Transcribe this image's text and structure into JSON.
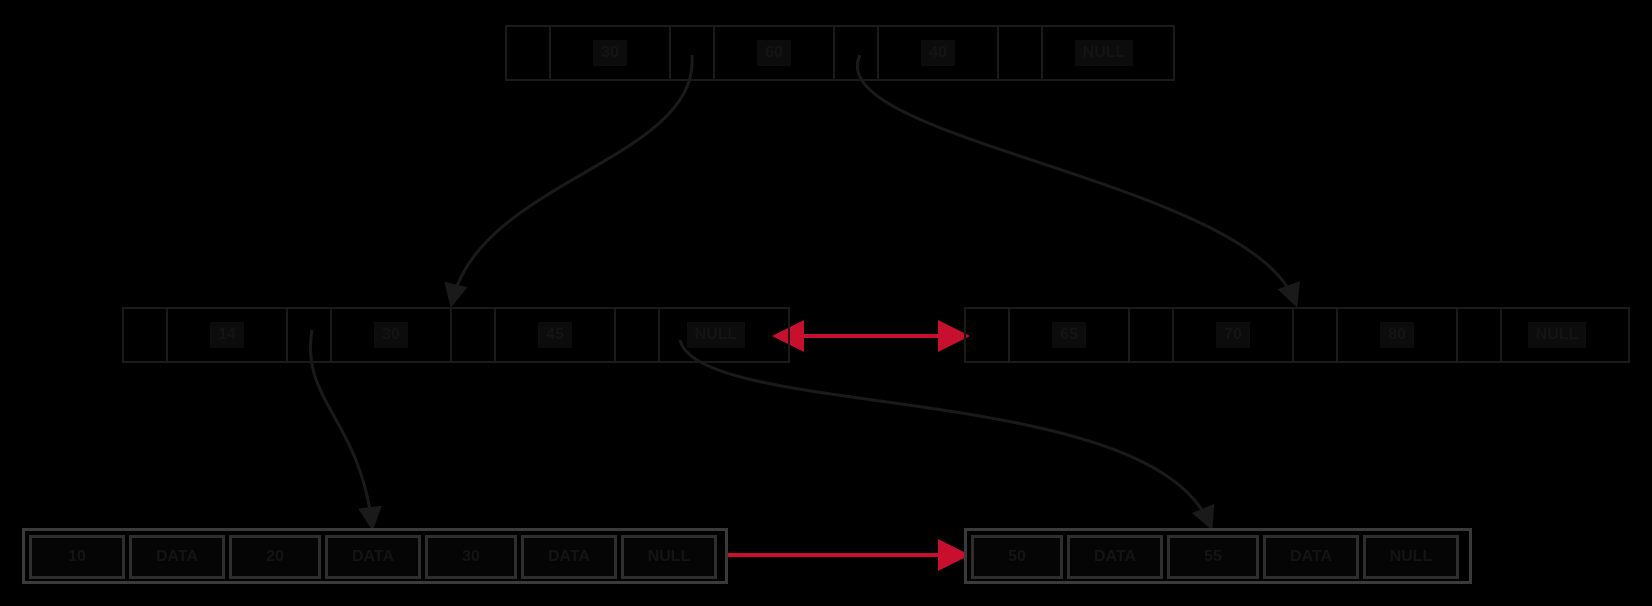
{
  "title": "B+ tree diagram",
  "colors": {
    "background": "#000000",
    "node_border": "#1a1a1a",
    "leaf_border": "#3a3a3a",
    "sibling_link": "#c8102e",
    "tree_link": "#1a1a1a"
  },
  "root": {
    "keys": [
      "30",
      "60",
      "40",
      "NULL"
    ]
  },
  "internal_left": {
    "keys": [
      "14",
      "30",
      "45",
      "NULL"
    ]
  },
  "internal_right": {
    "keys": [
      "65",
      "70",
      "80",
      "NULL"
    ]
  },
  "leaf_left": {
    "cells": [
      "10",
      "DATA",
      "20",
      "DATA",
      "30",
      "DATA",
      "NULL"
    ]
  },
  "leaf_right": {
    "cells": [
      "50",
      "DATA",
      "55",
      "DATA",
      "NULL"
    ]
  }
}
